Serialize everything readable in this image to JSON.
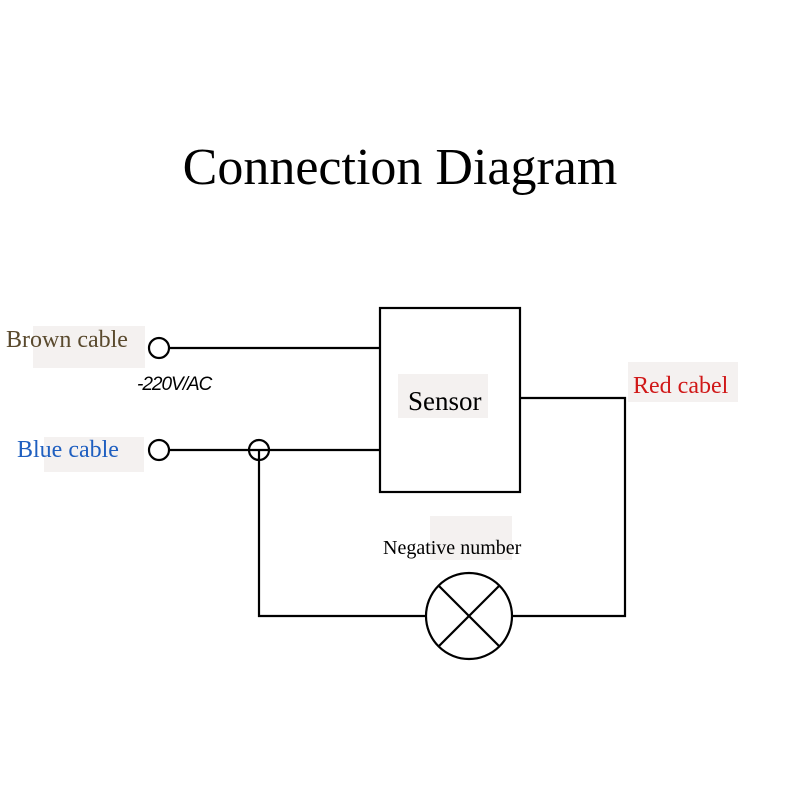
{
  "title": "Connection Diagram",
  "labels": {
    "brown_cable": "Brown cable",
    "blue_cable": "Blue cable",
    "red_cable": "Red cabel",
    "sensor": "Sensor",
    "negative": "Negative number",
    "voltage": "-220V/AC"
  },
  "colors": {
    "brown_cable": "#5a4a2e",
    "blue_cable": "#1f5fc0",
    "red_cable": "#d01818",
    "line": "#000000"
  },
  "icons": {
    "lamp": "lamp-icon",
    "terminal": "terminal-icon"
  }
}
